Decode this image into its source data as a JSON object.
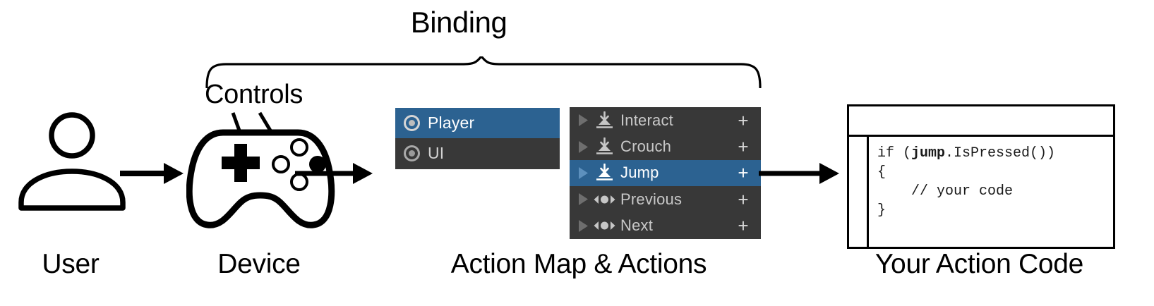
{
  "diagram": {
    "title": "Binding",
    "controls_label": "Controls",
    "stages": [
      {
        "id": "user",
        "caption": "User",
        "icon": "person-icon"
      },
      {
        "id": "device",
        "caption": "Device",
        "icon": "gamepad-icon"
      },
      {
        "id": "map",
        "caption": "Action Map & Actions",
        "icon": "unity-input-actions-panel"
      },
      {
        "id": "code",
        "caption": "Your Action Code",
        "icon": "code-editor-window"
      }
    ]
  },
  "action_maps": {
    "items": [
      {
        "name": "Player",
        "selected": true,
        "icon": "action-map-icon"
      },
      {
        "name": "UI",
        "selected": false,
        "icon": "action-map-icon"
      }
    ]
  },
  "actions": {
    "items": [
      {
        "name": "Interact",
        "selected": false,
        "icon": "button-action-icon",
        "add": "+",
        "foldout": "▶"
      },
      {
        "name": "Crouch",
        "selected": false,
        "icon": "button-action-icon",
        "add": "+",
        "foldout": "▶"
      },
      {
        "name": "Jump",
        "selected": true,
        "icon": "button-action-icon",
        "add": "+",
        "foldout": "▶"
      },
      {
        "name": "Previous",
        "selected": false,
        "icon": "axis-action-icon",
        "add": "+",
        "foldout": "▶"
      },
      {
        "name": "Next",
        "selected": false,
        "icon": "axis-action-icon",
        "add": "+",
        "foldout": "▶"
      }
    ]
  },
  "code_window": {
    "title": "",
    "lines": [
      {
        "pre": "if (",
        "bold": "jump",
        "post": ".IsPressed())"
      },
      {
        "pre": "{",
        "bold": "",
        "post": ""
      },
      {
        "pre": "    // your code",
        "bold": "",
        "post": ""
      },
      {
        "pre": "}",
        "bold": "",
        "post": ""
      }
    ],
    "code_text": "if (jump.IsPressed())\n{\n    // your code\n}"
  },
  "colors": {
    "selection_blue": "#2c6291",
    "panel_dark": "#383838",
    "text_light": "#c8c8c8",
    "text_white": "#ffffff",
    "stroke_black": "#000000",
    "background": "#ffffff"
  }
}
